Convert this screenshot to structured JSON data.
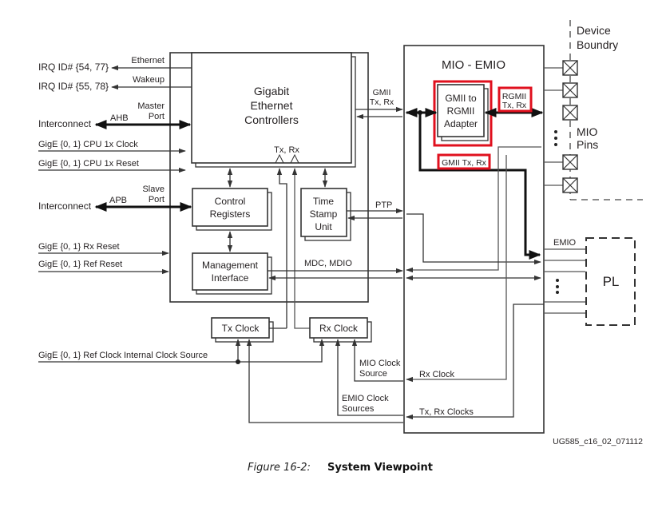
{
  "diagram": {
    "left_signals": {
      "irq_ethernet": {
        "target": "IRQ ID# {54, 77}",
        "label": "Ethernet"
      },
      "irq_wakeup": {
        "target": "IRQ ID# {55, 78}",
        "label": "Wakeup"
      },
      "master": {
        "target": "Interconnect",
        "bus": "AHB",
        "port_line1": "Master",
        "port_line2": "Port"
      },
      "cpu_clock": "GigE {0, 1} CPU 1x Clock",
      "cpu_reset": "GigE {0, 1} CPU 1x Reset",
      "slave": {
        "target": "Interconnect",
        "bus": "APB",
        "port_line1": "Slave",
        "port_line2": "Port"
      },
      "rx_reset": "GigE {0, 1} Rx Reset",
      "ref_reset": "GigE {0, 1} Ref Reset",
      "ref_clock": "GigE {0, 1} Ref Clock Internal Clock Source"
    },
    "blocks": {
      "gec": {
        "line1": "Gigabit",
        "line2": "Ethernet",
        "line3": "Controllers",
        "clk_label": "Tx,  Rx"
      },
      "control_registers": {
        "line1": "Control",
        "line2": "Registers"
      },
      "time_stamp": {
        "line1": "Time",
        "line2": "Stamp",
        "line3": "Unit"
      },
      "management": {
        "line1": "Management",
        "line2": "Interface"
      },
      "tx_clock": "Tx Clock",
      "rx_clock": "Rx Clock",
      "mio_emio": "MIO - EMIO",
      "adapter": {
        "line1": "GMII to",
        "line2": "RGMII",
        "line3": "Adapter"
      },
      "pl": "PL"
    },
    "signals": {
      "gmii": {
        "line1": "GMII",
        "line2": "Tx, Rx"
      },
      "ptp": "PTP",
      "mdc_mdio": "MDC, MDIO",
      "rgmii": {
        "line1": "RGMII",
        "line2": "Tx, Rx"
      },
      "gmii_txrx": "GMII Tx, Rx",
      "emio": "EMIO",
      "mio_clock_source": {
        "line1": "MIO Clock",
        "line2": "Source"
      },
      "emio_clock_sources": {
        "line1": "EMIO Clock",
        "line2": "Sources"
      },
      "rx_clock": "Rx Clock",
      "txrx_clocks": "Tx, Rx Clocks"
    },
    "device_boundary": {
      "line1": "Device",
      "line2": "Boundry"
    },
    "mio_pins": {
      "line1": "MIO",
      "line2": "Pins"
    },
    "highlight_color": "#e0101e",
    "figure_id": "UG585_c16_02_071112",
    "caption": {
      "number": "Figure 16-2:",
      "title": "System Viewpoint"
    }
  }
}
